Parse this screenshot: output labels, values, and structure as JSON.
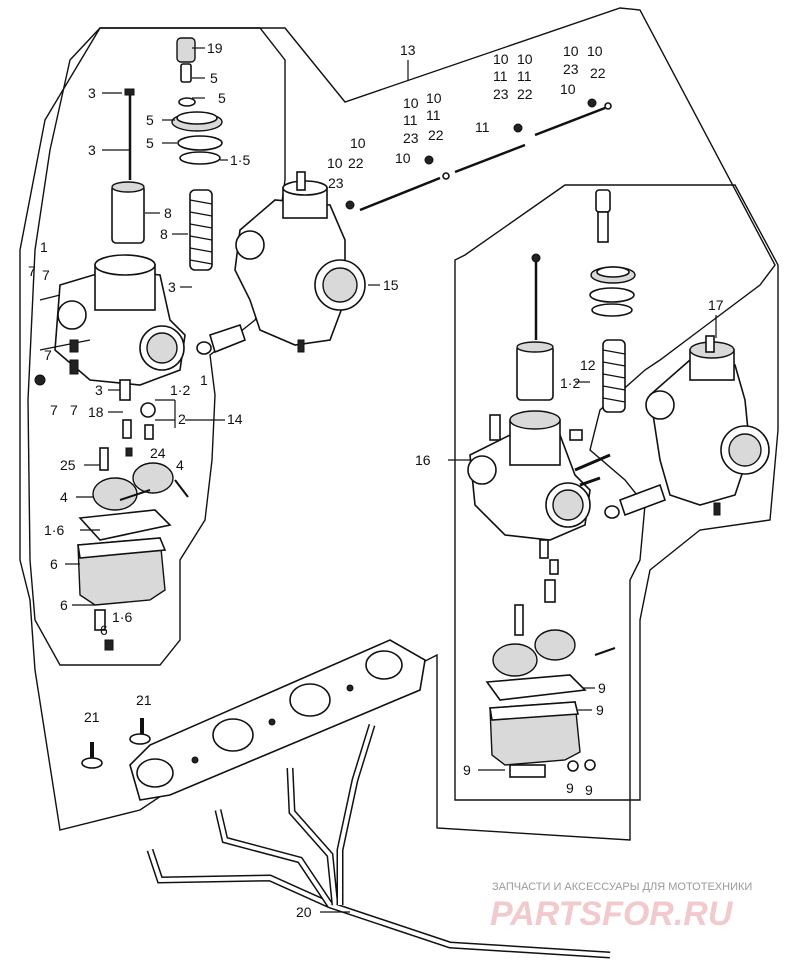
{
  "diagram": {
    "callouts": [
      {
        "id": "c19",
        "text": "19"
      },
      {
        "id": "c5a",
        "text": "5"
      },
      {
        "id": "c5b",
        "text": "5"
      },
      {
        "id": "c5c",
        "text": "5"
      },
      {
        "id": "c5d",
        "text": "5"
      },
      {
        "id": "c15a",
        "text": "1·5"
      },
      {
        "id": "c3a",
        "text": "3"
      },
      {
        "id": "c3b",
        "text": "3"
      },
      {
        "id": "c8a",
        "text": "8"
      },
      {
        "id": "c8b",
        "text": "8"
      },
      {
        "id": "c3c",
        "text": "3"
      },
      {
        "id": "c1a",
        "text": "1"
      },
      {
        "id": "c7a",
        "text": "7"
      },
      {
        "id": "c7b",
        "text": "7"
      },
      {
        "id": "c7c",
        "text": "7"
      },
      {
        "id": "c7d",
        "text": "7"
      },
      {
        "id": "c7e",
        "text": "7"
      },
      {
        "id": "c3d",
        "text": "3"
      },
      {
        "id": "c12a",
        "text": "1·2"
      },
      {
        "id": "c18",
        "text": "18"
      },
      {
        "id": "c2a",
        "text": "2"
      },
      {
        "id": "c14",
        "text": "14"
      },
      {
        "id": "c24",
        "text": "24"
      },
      {
        "id": "c25",
        "text": "25"
      },
      {
        "id": "c4a",
        "text": "4"
      },
      {
        "id": "c4b",
        "text": "4"
      },
      {
        "id": "c16a",
        "text": "1·6"
      },
      {
        "id": "c6a",
        "text": "6"
      },
      {
        "id": "c6b",
        "text": "6"
      },
      {
        "id": "c6c",
        "text": "6"
      },
      {
        "id": "c16b",
        "text": "1·6"
      },
      {
        "id": "c13",
        "text": "13"
      },
      {
        "id": "c10a",
        "text": "10"
      },
      {
        "id": "c22a",
        "text": "22"
      },
      {
        "id": "c23a",
        "text": "23"
      },
      {
        "id": "c10b",
        "text": "10"
      },
      {
        "id": "c10c",
        "text": "10"
      },
      {
        "id": "c10d",
        "text": "10"
      },
      {
        "id": "c11a",
        "text": "11"
      },
      {
        "id": "c11b",
        "text": "11"
      },
      {
        "id": "c23b",
        "text": "23"
      },
      {
        "id": "c22b",
        "text": "22"
      },
      {
        "id": "c10e",
        "text": "10"
      },
      {
        "id": "c11c",
        "text": "11"
      },
      {
        "id": "c10f",
        "text": "10"
      },
      {
        "id": "c10g",
        "text": "10"
      },
      {
        "id": "c11d",
        "text": "11"
      },
      {
        "id": "c11e",
        "text": "11"
      },
      {
        "id": "c23c",
        "text": "23"
      },
      {
        "id": "c22c",
        "text": "22"
      },
      {
        "id": "c10h",
        "text": "10"
      },
      {
        "id": "c10i",
        "text": "10"
      },
      {
        "id": "c23d",
        "text": "23"
      },
      {
        "id": "c22d",
        "text": "22"
      },
      {
        "id": "c10j",
        "text": "10"
      },
      {
        "id": "c15b",
        "text": "15"
      },
      {
        "id": "c1b",
        "text": "1"
      },
      {
        "id": "c16",
        "text": "16"
      },
      {
        "id": "c12b",
        "text": "12"
      },
      {
        "id": "c12c",
        "text": "1·2"
      },
      {
        "id": "c17",
        "text": "17"
      },
      {
        "id": "c9a",
        "text": "9"
      },
      {
        "id": "c9b",
        "text": "9"
      },
      {
        "id": "c9c",
        "text": "9"
      },
      {
        "id": "c9d",
        "text": "9"
      },
      {
        "id": "c9e",
        "text": "9"
      },
      {
        "id": "c21a",
        "text": "21"
      },
      {
        "id": "c21b",
        "text": "21"
      },
      {
        "id": "c20",
        "text": "20"
      }
    ]
  },
  "watermark": {
    "tagline": "ЗАПЧАСТИ И АКСЕССУАРЫ ДЛЯ МОТОТЕХНИКИ",
    "brand": "PARTSFOR.RU",
    "color": "#e9a7ad"
  }
}
